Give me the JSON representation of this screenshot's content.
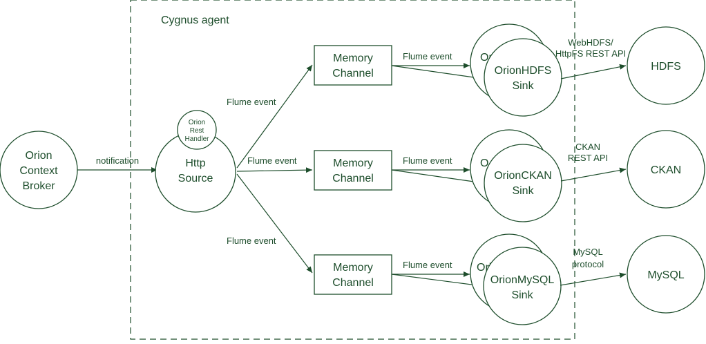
{
  "agent": {
    "title": "Cygnus agent"
  },
  "nodes": {
    "orion": [
      "Orion",
      "Context",
      "Broker"
    ],
    "http_source": [
      "Http",
      "Source"
    ],
    "rest_handler": [
      "Orion",
      "Rest",
      "Handler"
    ],
    "memory_channel_1": [
      "Memory",
      "Channel"
    ],
    "memory_channel_2": [
      "Memory",
      "Channel"
    ],
    "memory_channel_3": [
      "Memory",
      "Channel"
    ],
    "hdfs_sink": [
      "OrionHDFS",
      "Sink"
    ],
    "ckan_sink": [
      "OrionCKAN",
      "Sink"
    ],
    "mysql_sink": [
      "OrionMySQL",
      "Sink"
    ],
    "hdfs_sink_back": "Or",
    "ckan_sink_back": "O",
    "mysql_sink_back": "Ori",
    "hdfs": "HDFS",
    "ckan": "CKAN",
    "mysql": "MySQL"
  },
  "edges": {
    "notification": "notification",
    "flume_to_channel_1": "Flume event",
    "flume_to_channel_2": "Flume event",
    "flume_to_channel_3": "Flume event",
    "flume_to_sink_1": "Flume event",
    "flume_to_sink_2": "Flume event",
    "flume_to_sink_3": "Flume event",
    "webhdfs": [
      "WebHDFS/",
      "HttpFS REST API"
    ],
    "ckan_api": [
      "CKAN",
      "REST API"
    ],
    "mysql_protocol": [
      "MySQL",
      "protocol"
    ]
  }
}
